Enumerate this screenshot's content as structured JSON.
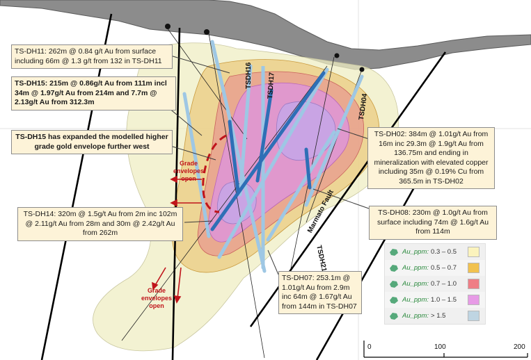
{
  "callouts": {
    "ts_dh11": "TS-DH11: 262m @ 0.84 g/t Au from surface including 66m @ 1.3 g/t from 132 in TS-DH11",
    "ts_dh15": "TS-DH15: 215m @ 0.86g/t Au from 111m incl 34m @ 1.97g/t Au from 214m and 7.7m @ 2.13g/t Au from 312.3m",
    "ts_dh15_expanded": "TS-DH15 has expanded the modelled higher grade gold envelope further west",
    "ts_dh02": "TS-DH02: 384m @ 1.01g/t Au from 16m inc 29.3m @ 1.9g/t Au from 136.75m and ending in mineralization with elevated copper including 35m @ 0.19% Cu from 365.5m in TS-DH02",
    "ts_dh08": "TS-DH08: 230m @ 1.0g/t Au from surface including 74m @ 1.6g/t Au from 114m",
    "ts_dh14": "TS-DH14: 320m @ 1.5g/t Au from 2m inc 102m @ 2.11g/t Au from 28m and 30m @ 2.42g/t Au from 262m",
    "ts_dh07": "TS-DH07: 253.1m @ 1.01g/t Au from 2.9m inc 64m @ 1.67g/t Au from 144m in TS-DH07"
  },
  "hole_labels": {
    "tsdh16": "TSDH16",
    "tsdh17": "TSDH17",
    "tsdh04": "TSDH04",
    "tsdh21": "TSDH21"
  },
  "fault_label": "Marmato Fault",
  "grade_notes": {
    "upper": "Grade envelopes open",
    "lower": "Grade envelopes open"
  },
  "legend": {
    "field": "Au_ppm:",
    "items": [
      {
        "range": "0.3 – 0.5",
        "color": "#fbf3bd"
      },
      {
        "range": "0.5 – 0.7",
        "color": "#f1c24f"
      },
      {
        "range": "0.7 – 1.0",
        "color": "#ef7e86"
      },
      {
        "range": "1.0 – 1.5",
        "color": "#e79be6"
      },
      {
        "range": "> 1.5",
        "color": "#bfd5e2"
      }
    ]
  },
  "scale": {
    "ticks": [
      "0",
      "100",
      "200"
    ]
  },
  "colors": {
    "envelope_outer": "#efeec3",
    "envelope_05": "#e9c97a",
    "envelope_07": "#e79a8f",
    "envelope_10": "#dd94dc",
    "envelope_15": "#c4a6e8",
    "drillhole_light": "#9ec7e4",
    "drillhole_dark": "#2e6fb6",
    "grade_red": "#c0141b"
  }
}
